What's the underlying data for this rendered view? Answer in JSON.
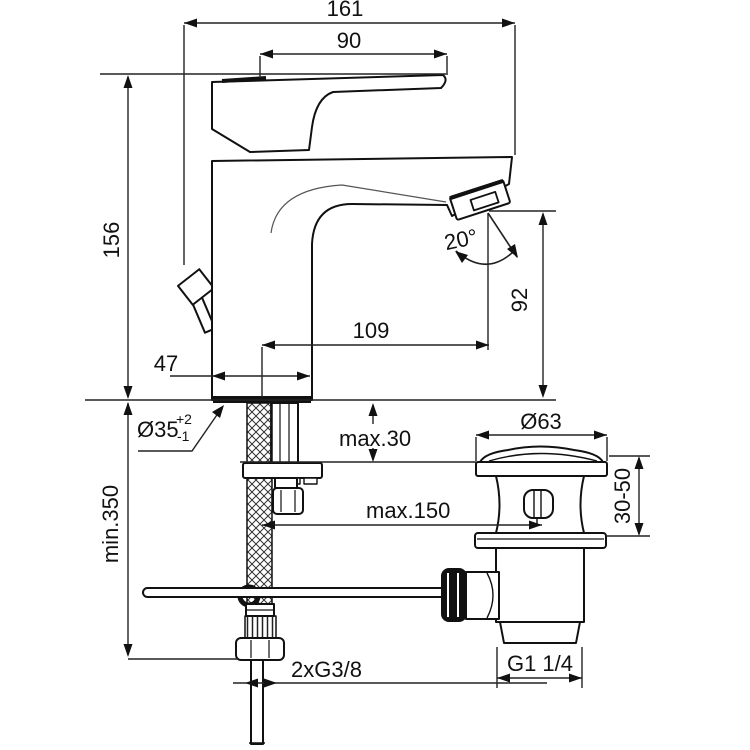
{
  "meta": {
    "description": "Technical installation drawing of a single-lever basin mixer tap with flexible supply hoses and a pop-up waste, annotated with dimensions in millimetres"
  },
  "colors": {
    "background": "#ffffff",
    "outline": "#111111",
    "dimension_line": "#222222"
  },
  "dimensions": {
    "overall_width": "161",
    "lever_length": "90",
    "total_height": "156",
    "spout_reach": "109",
    "base_width": "47",
    "spout_angle": "20°",
    "outlet_height": "92",
    "hole_diameter": "Ø35",
    "hole_tolerance_plus": "+2",
    "hole_tolerance_minus": "-1",
    "max_deck_thickness": "max.30",
    "min_hose_length": "min.350",
    "max_rod_distance": "max.150",
    "waste_flange_diameter": "Ø63",
    "waste_deck_range": "30-50",
    "supply_thread": "2xG3/8",
    "waste_thread": "G1 1/4"
  }
}
